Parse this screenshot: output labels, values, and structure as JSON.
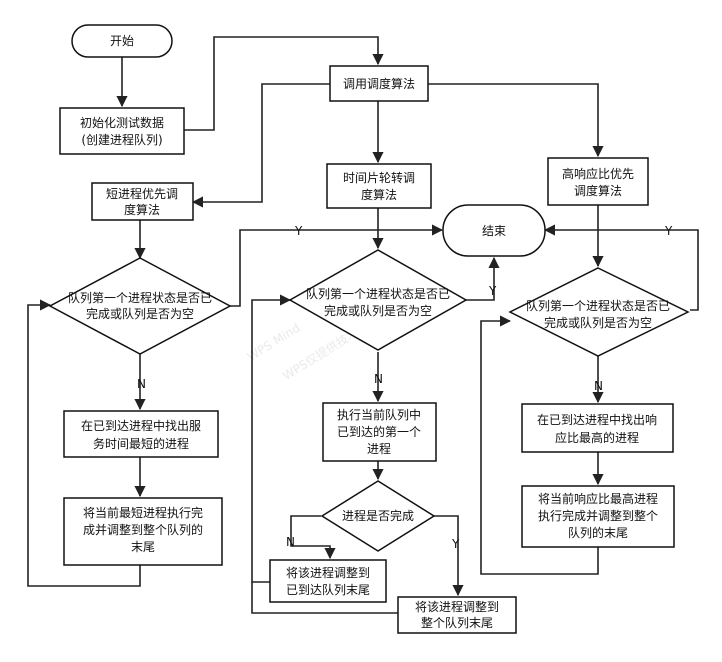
{
  "nodes": {
    "start": [
      "开始"
    ],
    "init": [
      "初始化测试数据",
      "(创建进程队列)"
    ],
    "dispatch": [
      "调用调度算法"
    ],
    "sjf_title": [
      "短进程优先调",
      "度算法"
    ],
    "rr_title": [
      "时间片轮转调",
      "度算法"
    ],
    "hrrn_title": [
      "高响应比优先",
      "调度算法"
    ],
    "end": [
      "结束"
    ],
    "cond_left": [
      "队列第一个进程状态是否已",
      "完成或队列是否为空"
    ],
    "cond_mid": [
      "队列第一个进程状态是否已",
      "完成或队列是否为空"
    ],
    "cond_right": [
      "队列第一个进程状态是否已",
      "完成或队列是否为空"
    ],
    "sjf_find": [
      "在已到达进程中找出服",
      "务时间最短的进程"
    ],
    "sjf_exec": [
      "将当前最短进程执行完",
      "成并调整到整个队列的",
      "末尾"
    ],
    "rr_exec": [
      "执行当前队列中",
      "已到达的第一个",
      "进程"
    ],
    "rr_check": [
      "进程是否完成"
    ],
    "rr_move_arrived": [
      "将该进程调整到",
      "已到达队列末尾"
    ],
    "rr_move_tail": [
      "将该进程调整到",
      "整个队列末尾"
    ],
    "hrrn_find": [
      "在已到达进程中找出响",
      "应比最高的进程"
    ],
    "hrrn_exec": [
      "将当前响应比最高进程",
      "执行完成并调整到整个",
      "队列的末尾"
    ]
  },
  "edge_labels": {
    "left_yes": "Y",
    "left_no": "N",
    "mid_yes": "Y",
    "mid_no": "N",
    "check_no": "N",
    "check_yes": "Y",
    "right_yes": "Y",
    "right_no": "N"
  },
  "watermark": [
    "WPS Mind",
    "WPS仅提供技术支持"
  ],
  "colors": {
    "line": "#222222",
    "border": "#111111",
    "fill": "#ffffff"
  }
}
